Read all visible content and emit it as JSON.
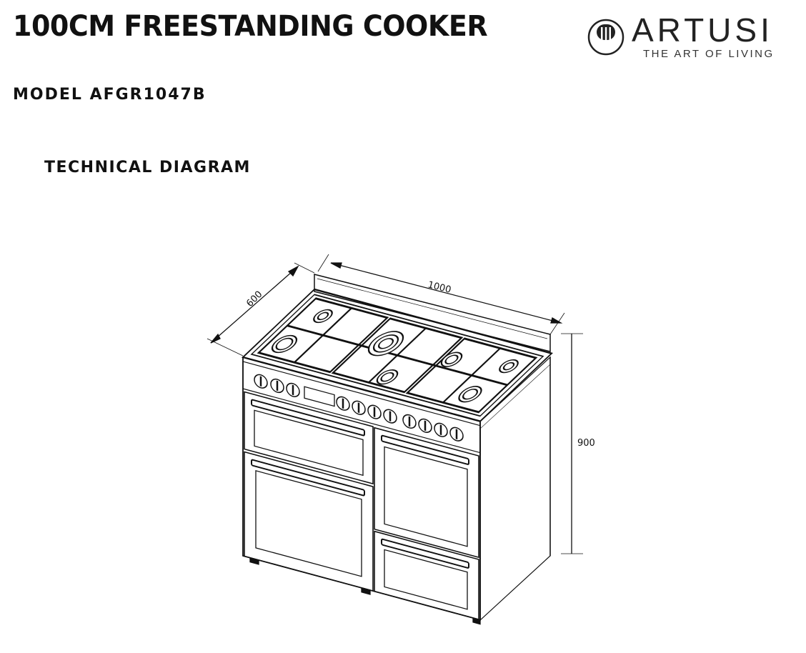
{
  "header": {
    "title": "100cm Freestanding Cooker",
    "model": "Model AFGR1047B",
    "section": "Technical Diagram"
  },
  "logo": {
    "brand": "ARTUSI",
    "tagline": "THE ART OF LIVING"
  },
  "diagram": {
    "width_label": "1000",
    "depth_label": "600",
    "height_label": "900"
  }
}
